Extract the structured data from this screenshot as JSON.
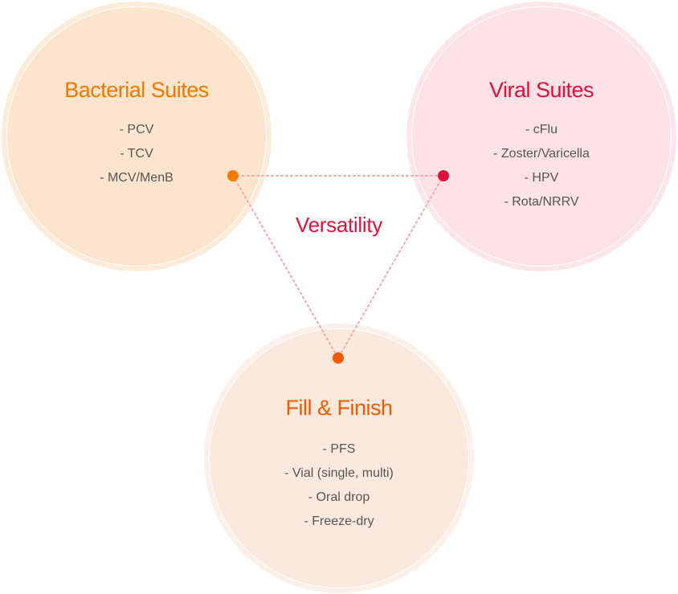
{
  "diagram": {
    "center_label": "Versatility",
    "colors": {
      "bacterial_accent": "#f07800",
      "viral_accent": "#e0103a",
      "fill_accent": "#f05a00",
      "connector": "#f2a8a8",
      "list_text": "#555555"
    },
    "bacterial": {
      "title": "Bacterial Suites",
      "items": [
        "- PCV",
        "- TCV",
        "- MCV/MenB"
      ]
    },
    "viral": {
      "title": "Viral Suites",
      "items": [
        "- cFlu",
        "- Zoster/Varicella",
        "- HPV",
        "- Rota/NRRV"
      ]
    },
    "fill": {
      "title": "Fill & Finish",
      "items": [
        "- PFS",
        "- Vial (single, multi)",
        "- Oral drop",
        "- Freeze-dry"
      ]
    }
  }
}
